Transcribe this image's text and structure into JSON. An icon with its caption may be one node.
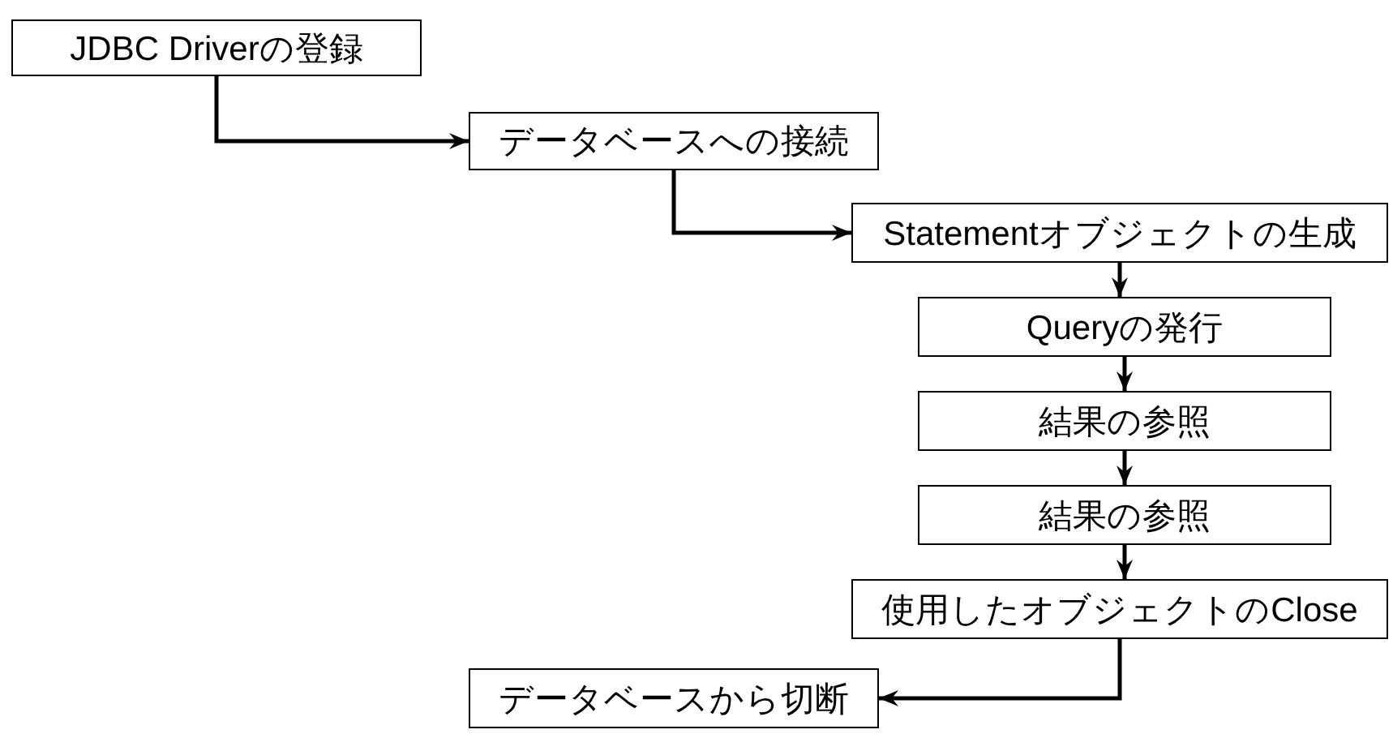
{
  "diagram": {
    "nodes": [
      {
        "text": [
          "JDBC Driverの登録"
        ]
      },
      {
        "text": [
          "データベースへの接続"
        ]
      },
      {
        "text": [
          "Statementオブジェクトの生成"
        ]
      },
      {
        "text": [
          "Queryの発行"
        ]
      },
      {
        "text": [
          "結果の参照"
        ]
      },
      {
        "text": [
          "結果の参照"
        ]
      },
      {
        "text": [
          "使用したオブジェクトのClose"
        ]
      },
      {
        "text": [
          "データベースから切断"
        ]
      }
    ],
    "edges": [
      {
        "from": 0,
        "to": 1,
        "arrow": "to"
      },
      {
        "from": 1,
        "to": 2,
        "arrow": "to"
      },
      {
        "from": 2,
        "to": 3,
        "arrow": "to"
      },
      {
        "from": 3,
        "to": 4,
        "arrow": "to"
      },
      {
        "from": 4,
        "to": 5,
        "arrow": "to"
      },
      {
        "from": 5,
        "to": 6,
        "arrow": "to"
      },
      {
        "from": 6,
        "to": 7,
        "arrow": "to"
      }
    ]
  }
}
